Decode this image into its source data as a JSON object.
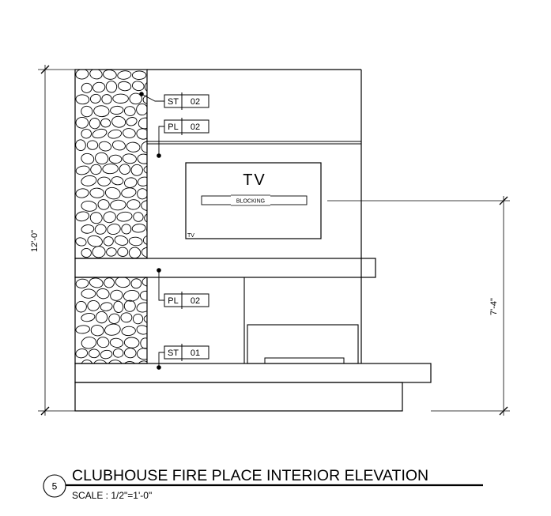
{
  "drawing": {
    "title": "CLUBHOUSE FIRE PLACE INTERIOR ELEVATION",
    "scale_label": "SCALE : 1/2\"=1'-0\"",
    "detail_number": "5"
  },
  "dimensions": {
    "overall_height": "12'-0\"",
    "tv_center_height": "7'-4\""
  },
  "tv": {
    "label": "TV",
    "blocking_label": "BLOCKING",
    "corner_label": "TV"
  },
  "tags": [
    {
      "material": "ST",
      "number": "02"
    },
    {
      "material": "PL",
      "number": "02"
    },
    {
      "material": "PL",
      "number": "02"
    },
    {
      "material": "ST",
      "number": "01"
    }
  ]
}
